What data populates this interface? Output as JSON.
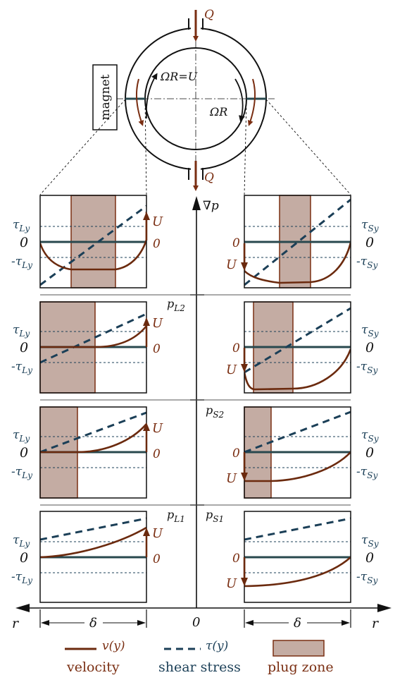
{
  "colors": {
    "velocity": "#6b2a0e",
    "shear": "#1b3f57",
    "plug_fill": "#c4aca3",
    "plug_edge": "#7a2e12",
    "zero_line": "#28484e",
    "black": "#111111"
  },
  "device": {
    "magnet_label": "magnet",
    "flow_in": "Q",
    "flow_out": "Q",
    "left_speed": "ΩR=U",
    "right_speed": "ΩR"
  },
  "axis": {
    "grad_p": "∇p",
    "left_r": "r",
    "right_r": "r",
    "center_zero": "0",
    "delta": "δ"
  },
  "left_labels": {
    "tau_pos": "τLy",
    "zero": "0",
    "tau_neg": "-τLy",
    "U": "U",
    "zero_u": "0"
  },
  "right_labels": {
    "tau_pos": "τSy",
    "zero": "0",
    "tau_neg": "-τSy",
    "U": "U",
    "zero_u": "0"
  },
  "level_labels": [
    "pL2",
    "pS2",
    "pL1",
    "pS1"
  ],
  "legend": {
    "velocity_symbol": "v(y)",
    "velocity": "velocity",
    "shear_symbol": "τ(y)",
    "shear": "shear stress",
    "plug": "plug zone"
  }
}
